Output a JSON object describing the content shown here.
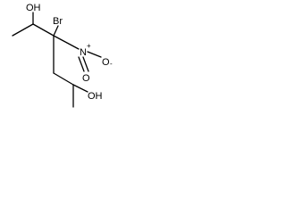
{
  "structure": {
    "atoms": {
      "oh_top": "OH",
      "bromine": "Br",
      "nitrogen": "N",
      "nitrogen_charge": "+",
      "oxygen_single": "O",
      "oxygen_charge": "-",
      "oxygen_double": "O",
      "oh_bottom": "OH"
    }
  }
}
